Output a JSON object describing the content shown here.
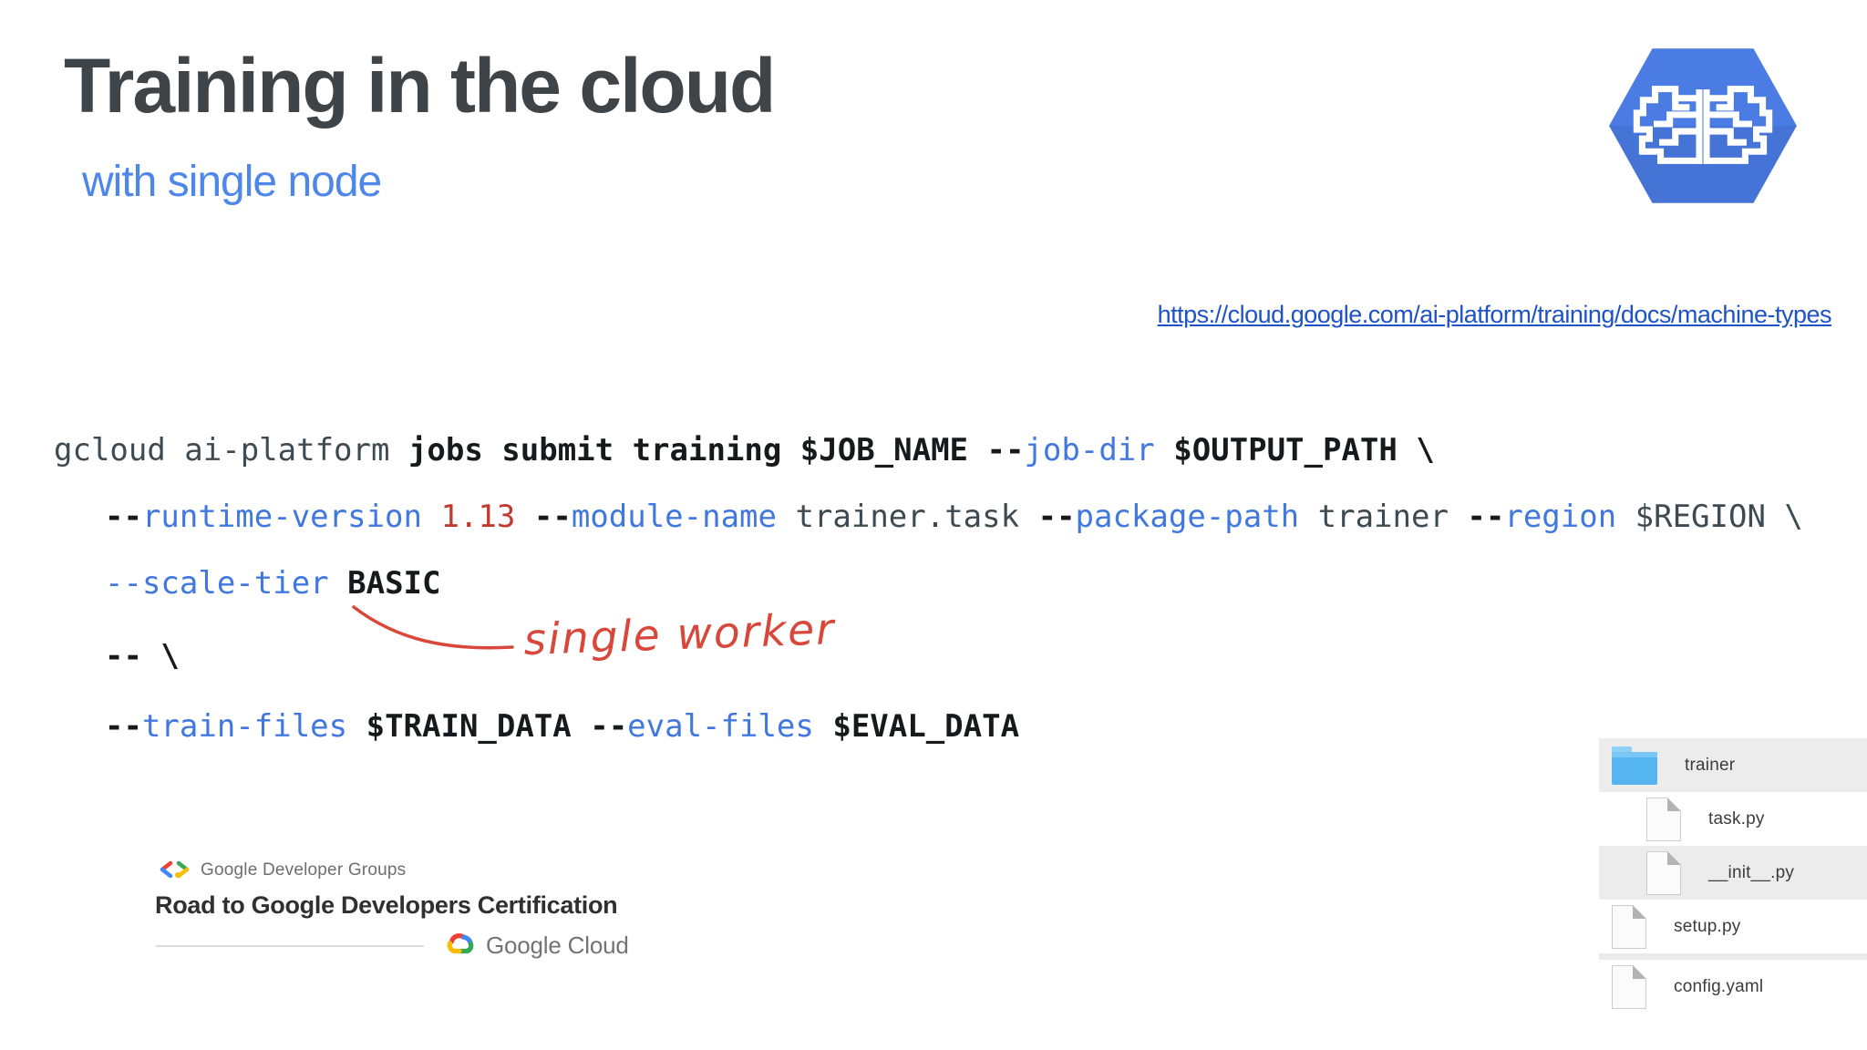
{
  "slide": {
    "title": "Training in the cloud",
    "subtitle": "with single node",
    "link_text": "https://cloud.google.com/ai-platform/training/docs/machine-types"
  },
  "colors": {
    "title_gray": "#3f4448",
    "subtitle_blue": "#4e86ea",
    "link_blue": "#1d53c6",
    "code_flag_blue": "#4078e0",
    "code_version_red": "#c23a2f",
    "annotation_red": "#d8473a",
    "folder_blue": "#54b5f1",
    "hexagon_blue": "#4a7ce4"
  },
  "code": {
    "lines": [
      {
        "indent": false,
        "segments": [
          {
            "s": "plain",
            "t": "gcloud ai-platform "
          },
          {
            "s": "bold",
            "t": "jobs submit training $JOB_NAME --"
          },
          {
            "s": "flag",
            "t": "job-dir"
          },
          {
            "s": "bold",
            "t": " $OUTPUT_PATH \\"
          }
        ]
      },
      {
        "indent": true,
        "segments": [
          {
            "s": "bold",
            "t": "--"
          },
          {
            "s": "flag",
            "t": "runtime-version"
          },
          {
            "s": "plain",
            "t": " "
          },
          {
            "s": "ver",
            "t": "1.13"
          },
          {
            "s": "plain",
            "t": " "
          },
          {
            "s": "bold",
            "t": "--"
          },
          {
            "s": "flag",
            "t": "module-name"
          },
          {
            "s": "plain",
            "t": " trainer.task "
          },
          {
            "s": "bold",
            "t": "--"
          },
          {
            "s": "flag",
            "t": "package-path"
          },
          {
            "s": "plain",
            "t": " trainer "
          },
          {
            "s": "bold",
            "t": "--"
          },
          {
            "s": "flag",
            "t": "region"
          },
          {
            "s": "plain",
            "t": " $REGION \\"
          }
        ]
      },
      {
        "indent": true,
        "segments": [
          {
            "s": "flag",
            "t": "--scale-tier"
          },
          {
            "s": "plain",
            "t": " "
          },
          {
            "s": "bold",
            "t": "BASIC"
          }
        ]
      },
      {
        "indent": true,
        "segments": [
          {
            "s": "bold",
            "t": "-- \\"
          }
        ]
      },
      {
        "indent": true,
        "segments": [
          {
            "s": "bold",
            "t": "--"
          },
          {
            "s": "flag",
            "t": "train-files"
          },
          {
            "s": "bold",
            "t": " $TRAIN_DATA --"
          },
          {
            "s": "flag",
            "t": "eval-files"
          },
          {
            "s": "bold",
            "t": " $EVAL_DATA"
          }
        ]
      }
    ]
  },
  "annotation": {
    "text": "single worker"
  },
  "footer": {
    "gdg_label": "Google Developer Groups",
    "road_title": "Road to Google Developers Certification",
    "cloud_label": "Google Cloud"
  },
  "filetree": {
    "rows": [
      {
        "name": "trainer",
        "icon": "folder",
        "indent": false,
        "shaded": true
      },
      {
        "name": "task.py",
        "icon": "file",
        "indent": true,
        "shaded": false
      },
      {
        "name": "__init__.py",
        "icon": "file",
        "indent": true,
        "shaded": true
      },
      {
        "name": "setup.py",
        "icon": "file",
        "indent": false,
        "shaded": false
      },
      {
        "name": "config.yaml",
        "icon": "file",
        "indent": false,
        "shaded": false
      }
    ]
  }
}
